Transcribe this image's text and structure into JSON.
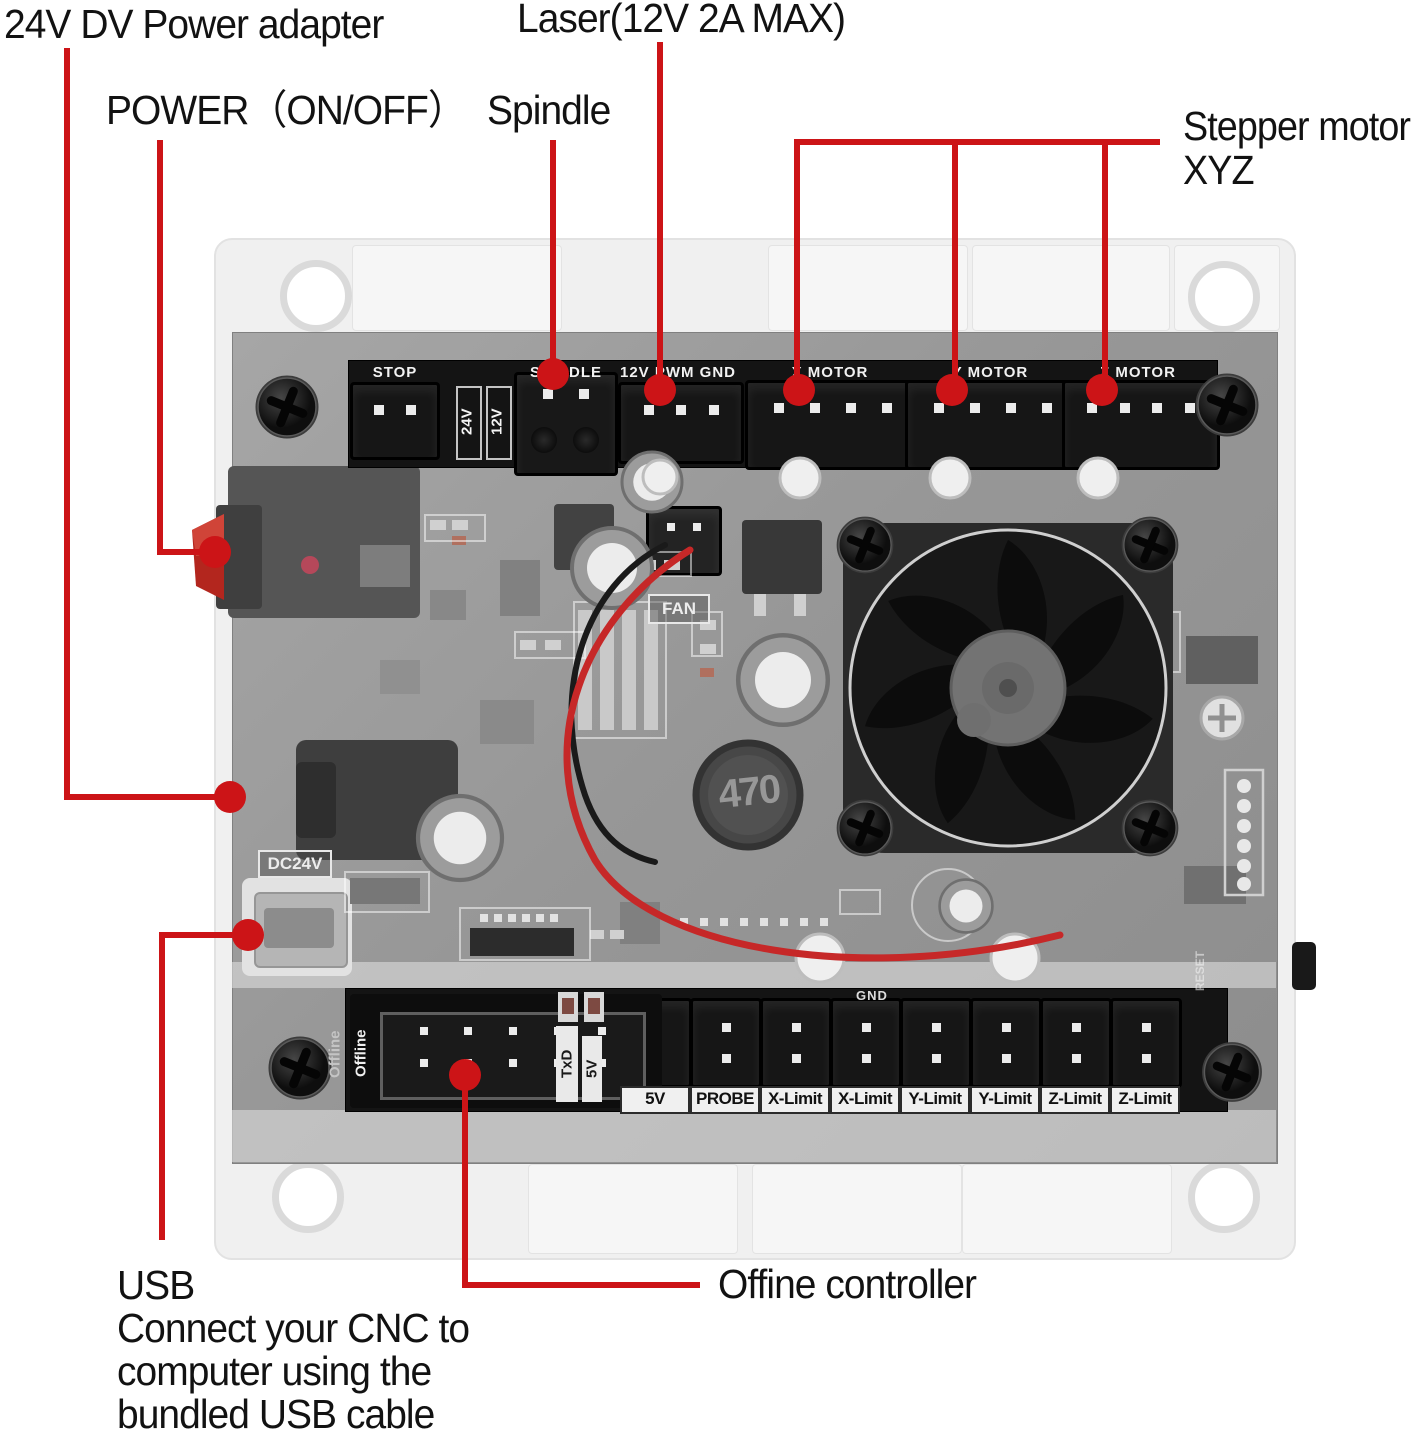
{
  "callouts": {
    "power_adapter": "24V DV Power adapter",
    "power_switch": "POWER（ON/OFF）",
    "spindle": "Spindle",
    "laser": "Laser(12V 2A MAX)",
    "stepper_line1": "Stepper motor",
    "stepper_line2": "XYZ",
    "usb_line1": "USB",
    "usb_line2": "Connect your CNC to",
    "usb_line3": "computer using the",
    "usb_line4": "bundled USB cable",
    "offline": "Offine controller"
  },
  "board": {
    "top": {
      "stop": "STOP",
      "v24": "24V",
      "v12": "12V",
      "spindle": "SPINDLE",
      "pwm": "12V PWM GND",
      "x_motor": "X MOTOR",
      "y_motor": "Y MOTOR",
      "z_motor": "Z MOTOR"
    },
    "bottom": {
      "offline_case": "Offline",
      "offline_board": "Offline",
      "txd": "TxD",
      "v5": "5V",
      "gnd": "GND",
      "limits": [
        "5V",
        "PROBE",
        "X-Limit",
        "X-Limit",
        "Y-Limit",
        "Y-Limit",
        "Z-Limit",
        "Z-Limit"
      ]
    },
    "silk": {
      "dc24v": "DC24V",
      "fan": "FAN",
      "inductor": "470",
      "reset": "RESET"
    }
  },
  "colors": {
    "callout_red": "#cc1417",
    "label_black": "#121212"
  }
}
